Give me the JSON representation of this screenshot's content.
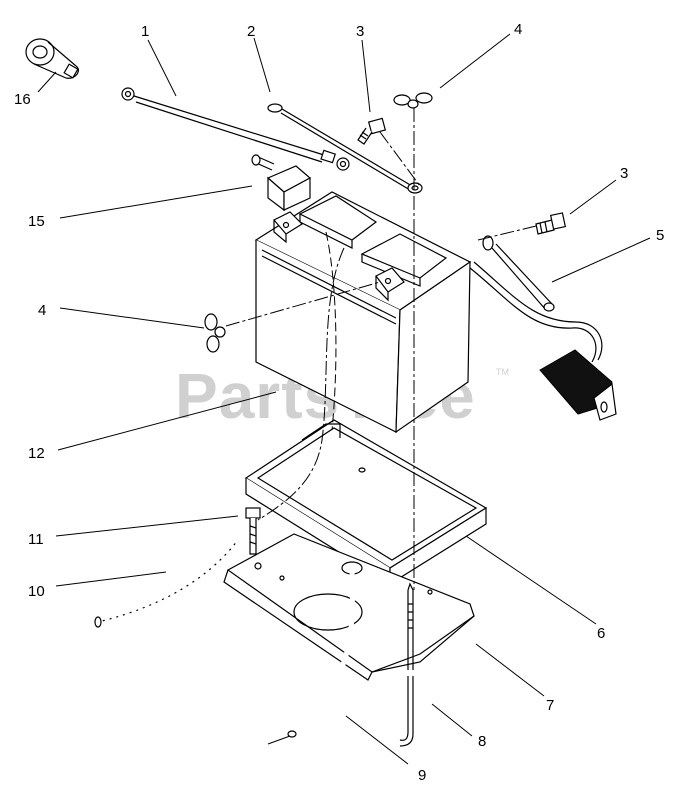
{
  "watermark": {
    "text": "PartsTree",
    "trademark": "TM"
  },
  "callouts": [
    {
      "id": "c1",
      "text": "1"
    },
    {
      "id": "c2",
      "text": "2"
    },
    {
      "id": "c3a",
      "text": "3"
    },
    {
      "id": "c4a",
      "text": "4"
    },
    {
      "id": "c16",
      "text": "16"
    },
    {
      "id": "c3b",
      "text": "3"
    },
    {
      "id": "c15",
      "text": "15"
    },
    {
      "id": "c5",
      "text": "5"
    },
    {
      "id": "c4b",
      "text": "4"
    },
    {
      "id": "c12",
      "text": "12"
    },
    {
      "id": "c11",
      "text": "11"
    },
    {
      "id": "c6",
      "text": "6"
    },
    {
      "id": "c10",
      "text": "10"
    },
    {
      "id": "c7",
      "text": "7"
    },
    {
      "id": "c8",
      "text": "8"
    },
    {
      "id": "c9",
      "text": "9"
    }
  ],
  "colors": {
    "ink": "#000000",
    "watermark": "#d0d0d0",
    "background": "#ffffff"
  }
}
